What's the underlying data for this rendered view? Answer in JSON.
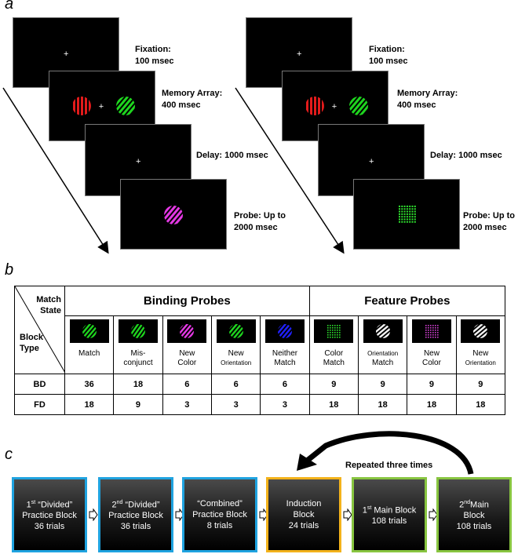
{
  "panel_a": {
    "letter": "a",
    "fixation_label": "Fixation:\n100 msec",
    "memory_label": "Memory Array:\n400 msec",
    "delay_label": "Delay: 1000 msec",
    "probe_label": "Probe: Up to\n2000 msec",
    "cross": "+"
  },
  "panel_b": {
    "letter": "b",
    "corner_top": "Match\nState",
    "corner_bottom": "Block\nType",
    "binding_header": "Binding Probes",
    "feature_header": "Feature Probes",
    "columns": [
      {
        "label": "Match",
        "small": false,
        "probe": "green-grating"
      },
      {
        "label": "Mis-\nconjunct",
        "small": false,
        "probe": "green-grating-alt"
      },
      {
        "label": "New\nColor",
        "small": false,
        "probe": "magenta-grating"
      },
      {
        "label": "New\nOrientation",
        "small": true,
        "probe": "green-grating"
      },
      {
        "label": "Neither\nMatch",
        "small": false,
        "probe": "blue-grating"
      },
      {
        "label": "Color\nMatch",
        "small": false,
        "probe": "green-grid"
      },
      {
        "label": "Orientation\nMatch",
        "small": "first",
        "probe": "white-grating"
      },
      {
        "label": "New\nColor",
        "small": false,
        "probe": "magenta-grid"
      },
      {
        "label": "New\nOrientation",
        "small": true,
        "probe": "white-grating"
      }
    ],
    "rows": [
      {
        "name": "BD",
        "values": [
          "36",
          "18",
          "6",
          "6",
          "6",
          "9",
          "9",
          "9",
          "9"
        ]
      },
      {
        "name": "FD",
        "values": [
          "18",
          "9",
          "3",
          "3",
          "3",
          "18",
          "18",
          "18",
          "18"
        ]
      }
    ]
  },
  "panel_c": {
    "letter": "c",
    "repeat_label": "Repeated three times",
    "colors": {
      "blue": "#1fa3e0",
      "orange": "#f3b21b",
      "green": "#88c540"
    },
    "blocks": [
      {
        "ord": "1",
        "sup": "st",
        "line1": " “Divided”",
        "line2": "Practice Block",
        "line3": "36 trials",
        "border": "blue"
      },
      {
        "ord": "2",
        "sup": "nd",
        "line1": " “Divided”",
        "line2": "Practice Block",
        "line3": "36 trials",
        "border": "blue"
      },
      {
        "ord": "",
        "sup": "",
        "line1": "“Combined”",
        "line2": "Practice Block",
        "line3": "8 trials",
        "border": "blue"
      },
      {
        "ord": "",
        "sup": "",
        "line1": "Induction",
        "line2": "Block",
        "line3": "24 trials",
        "border": "orange"
      },
      {
        "ord": "1",
        "sup": "st",
        "line1": " Main Block",
        "line2": "108 trials",
        "line3": "",
        "border": "green"
      },
      {
        "ord": "2",
        "sup": "nd",
        "line1": "Main",
        "line2": "Block",
        "line3": "108 trials",
        "border": "green"
      }
    ]
  }
}
